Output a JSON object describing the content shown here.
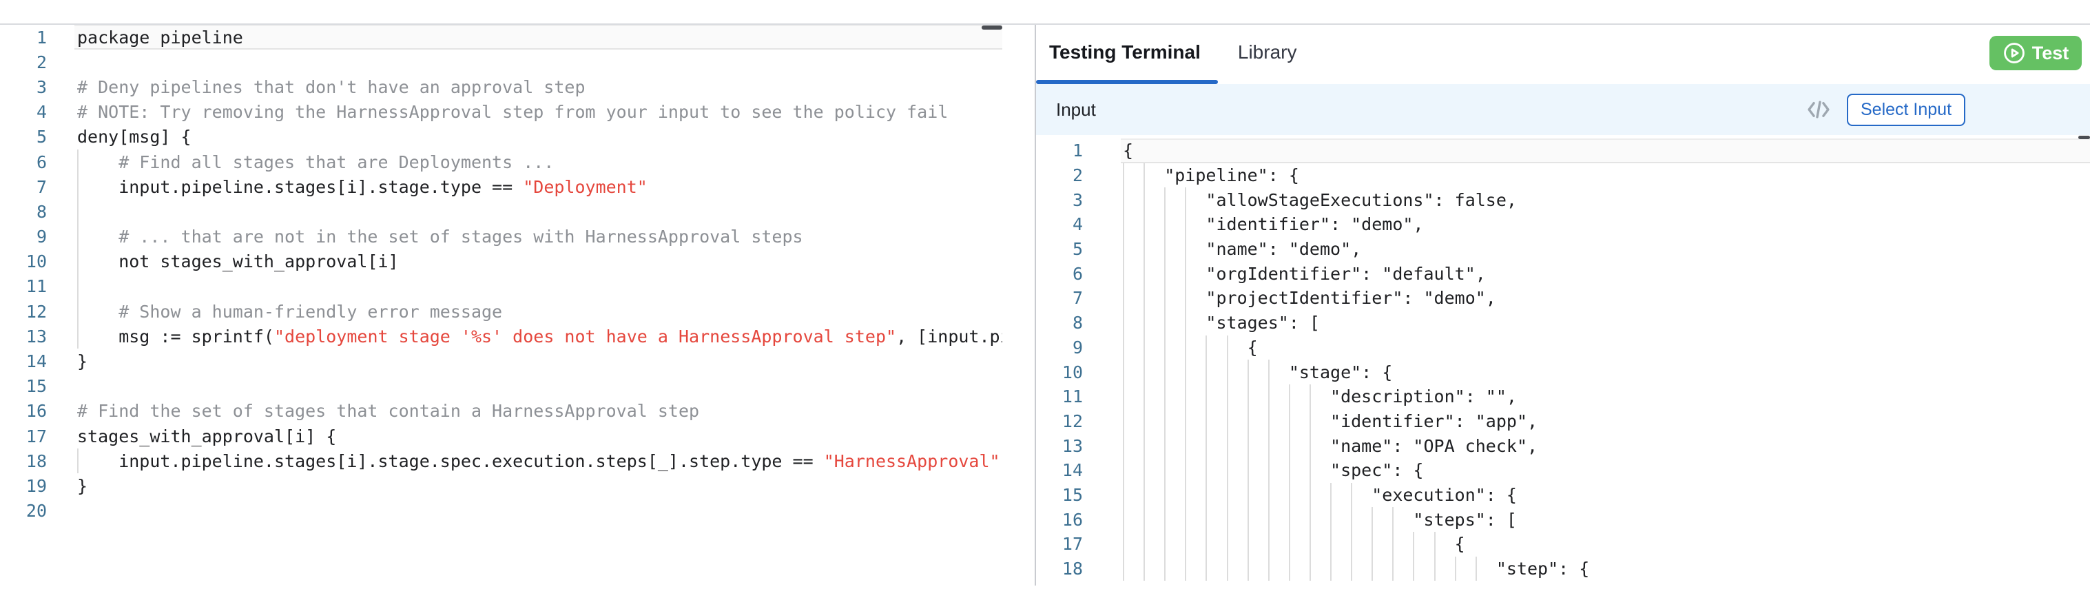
{
  "colors": {
    "accent_blue": "#2569c7",
    "test_button_green": "#65c163",
    "string_red": "#e5473d",
    "comment_gray": "#8d9095",
    "line_number_blue": "#3e7192",
    "code_black": "#1f2023",
    "indent_guide_gray": "#dcdcdc",
    "panel_divider_gray": "#c9cbd0",
    "input_bar_bg": "#edf6fd"
  },
  "policy_editor": {
    "lines": [
      {
        "n": 1,
        "active": true,
        "segs": [
          [
            "package pipeline",
            "t"
          ]
        ]
      },
      {
        "n": 2,
        "segs": []
      },
      {
        "n": 3,
        "segs": [
          [
            "# Deny pipelines that don't have an approval step",
            "c"
          ]
        ]
      },
      {
        "n": 4,
        "segs": [
          [
            "# NOTE: Try removing the HarnessApproval step from your input to see the policy fail",
            "c"
          ]
        ]
      },
      {
        "n": 5,
        "segs": [
          [
            "deny[msg] {",
            "t"
          ]
        ]
      },
      {
        "n": 6,
        "segs": [
          [
            "    # Find all stages that are Deployments ...",
            "c"
          ]
        ]
      },
      {
        "n": 7,
        "segs": [
          [
            "    input.pipeline.stages[i].stage.type == ",
            "t"
          ],
          [
            "\"Deployment\"",
            "s"
          ]
        ]
      },
      {
        "n": 8,
        "segs": []
      },
      {
        "n": 9,
        "segs": [
          [
            "    # ... that are not in the set of stages with HarnessApproval steps",
            "c"
          ]
        ]
      },
      {
        "n": 10,
        "segs": [
          [
            "    not stages_with_approval[i]",
            "t"
          ]
        ]
      },
      {
        "n": 11,
        "segs": []
      },
      {
        "n": 12,
        "segs": [
          [
            "    # Show a human-friendly error message",
            "c"
          ]
        ]
      },
      {
        "n": 13,
        "segs": [
          [
            "    msg := sprintf(",
            "t"
          ],
          [
            "\"deployment stage '%s' does not have a HarnessApproval step\"",
            "s"
          ],
          [
            ", [input.pipel",
            "t"
          ]
        ]
      },
      {
        "n": 14,
        "segs": [
          [
            "}",
            "t"
          ]
        ]
      },
      {
        "n": 15,
        "segs": []
      },
      {
        "n": 16,
        "segs": [
          [
            "# Find the set of stages that contain a HarnessApproval step",
            "c"
          ]
        ]
      },
      {
        "n": 17,
        "segs": [
          [
            "stages_with_approval[i] {",
            "t"
          ]
        ]
      },
      {
        "n": 18,
        "segs": [
          [
            "    input.pipeline.stages[i].stage.spec.execution.steps[_].step.type == ",
            "t"
          ],
          [
            "\"HarnessApproval\"",
            "s"
          ]
        ]
      },
      {
        "n": 19,
        "segs": [
          [
            "}",
            "t"
          ]
        ]
      },
      {
        "n": 20,
        "segs": []
      }
    ]
  },
  "testing_panel": {
    "tabs": [
      {
        "label": "Testing Terminal",
        "active": true
      },
      {
        "label": "Library",
        "active": false
      }
    ],
    "test_button": {
      "label": "Test"
    },
    "input_header": {
      "title": "Input",
      "select_input_label": "Select Input"
    },
    "input_editor": {
      "lines": [
        {
          "n": 1,
          "active": true,
          "segs": [
            [
              "{",
              "t"
            ]
          ]
        },
        {
          "n": 2,
          "segs": [
            [
              "    \"pipeline\": {",
              "t"
            ]
          ]
        },
        {
          "n": 3,
          "segs": [
            [
              "        \"allowStageExecutions\": false,",
              "t"
            ]
          ]
        },
        {
          "n": 4,
          "segs": [
            [
              "        \"identifier\": \"demo\",",
              "t"
            ]
          ]
        },
        {
          "n": 5,
          "segs": [
            [
              "        \"name\": \"demo\",",
              "t"
            ]
          ]
        },
        {
          "n": 6,
          "segs": [
            [
              "        \"orgIdentifier\": \"default\",",
              "t"
            ]
          ]
        },
        {
          "n": 7,
          "segs": [
            [
              "        \"projectIdentifier\": \"demo\",",
              "t"
            ]
          ]
        },
        {
          "n": 8,
          "segs": [
            [
              "        \"stages\": [",
              "t"
            ]
          ]
        },
        {
          "n": 9,
          "segs": [
            [
              "            {",
              "t"
            ]
          ]
        },
        {
          "n": 10,
          "segs": [
            [
              "                \"stage\": {",
              "t"
            ]
          ]
        },
        {
          "n": 11,
          "segs": [
            [
              "                    \"description\": \"\",",
              "t"
            ]
          ]
        },
        {
          "n": 12,
          "segs": [
            [
              "                    \"identifier\": \"app\",",
              "t"
            ]
          ]
        },
        {
          "n": 13,
          "segs": [
            [
              "                    \"name\": \"OPA check\",",
              "t"
            ]
          ]
        },
        {
          "n": 14,
          "segs": [
            [
              "                    \"spec\": {",
              "t"
            ]
          ]
        },
        {
          "n": 15,
          "segs": [
            [
              "                        \"execution\": {",
              "t"
            ]
          ]
        },
        {
          "n": 16,
          "segs": [
            [
              "                            \"steps\": [",
              "t"
            ]
          ]
        },
        {
          "n": 17,
          "segs": [
            [
              "                                {",
              "t"
            ]
          ]
        },
        {
          "n": 18,
          "segs": [
            [
              "                                    \"step\": {",
              "t"
            ]
          ]
        }
      ]
    }
  }
}
